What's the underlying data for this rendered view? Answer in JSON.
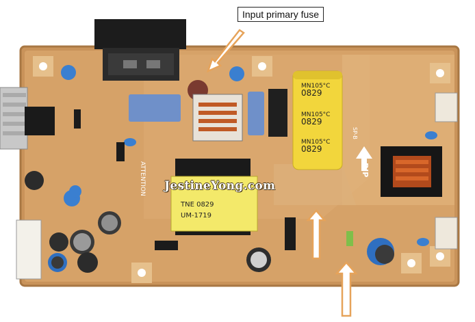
{
  "caption": "Input primary fuse",
  "watermark": "JestineYong.com",
  "pcb": {
    "print_dip": "DIP",
    "print_attention": "ATTENTION",
    "transformer_main": [
      "UM-1719",
      "TNE 0829"
    ],
    "cap_label": [
      "0829",
      "0829",
      "0829"
    ],
    "cap_temp": [
      "MN105°C",
      "MN105°C",
      "MN105°C"
    ],
    "sp_label": "SP-B"
  },
  "colors": {
    "board": "#cf9b5c",
    "board_light": "#e0b57a",
    "yellow_cap": "#f0d43a",
    "blue_cap": "#2f6fc0",
    "arrow": "#e9a55e"
  }
}
